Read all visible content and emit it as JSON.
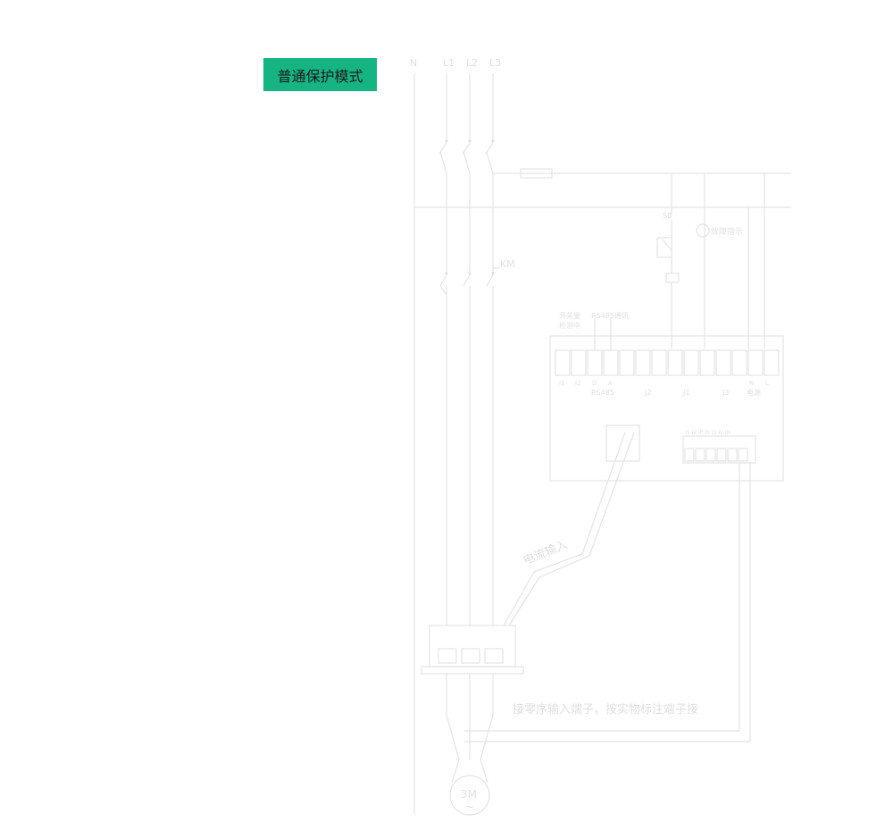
{
  "mode": {
    "label": "普通保护模式",
    "color": "#16b383"
  },
  "diagram": {
    "phases": {
      "n": "N",
      "l1": "L1",
      "l2": "L2",
      "l3": "L3"
    },
    "km": "KM",
    "sb": "SB",
    "fault_indicator": "故障指示",
    "switch_input": "开关量",
    "switch_input2": "检测中",
    "rs485_comm": "RS485通讯",
    "terminals": [
      "I1",
      "I2",
      "D",
      "A",
      "",
      "",
      "",
      "J2",
      "",
      "J1",
      "",
      "J3",
      "N",
      "L"
    ],
    "terminal_bottom": {
      "rs485": "RS485",
      "j2": "J2",
      "j1": "J1",
      "j3": "J3",
      "power": "电源"
    },
    "current_input": "电流输入",
    "zero_seq_note": "接零序输入端子，按实物标注端子接",
    "motor": "3M",
    "motor_tilde": "~",
    "small_terminals": "I1 I2 IP I0 I3 I0 IN"
  }
}
